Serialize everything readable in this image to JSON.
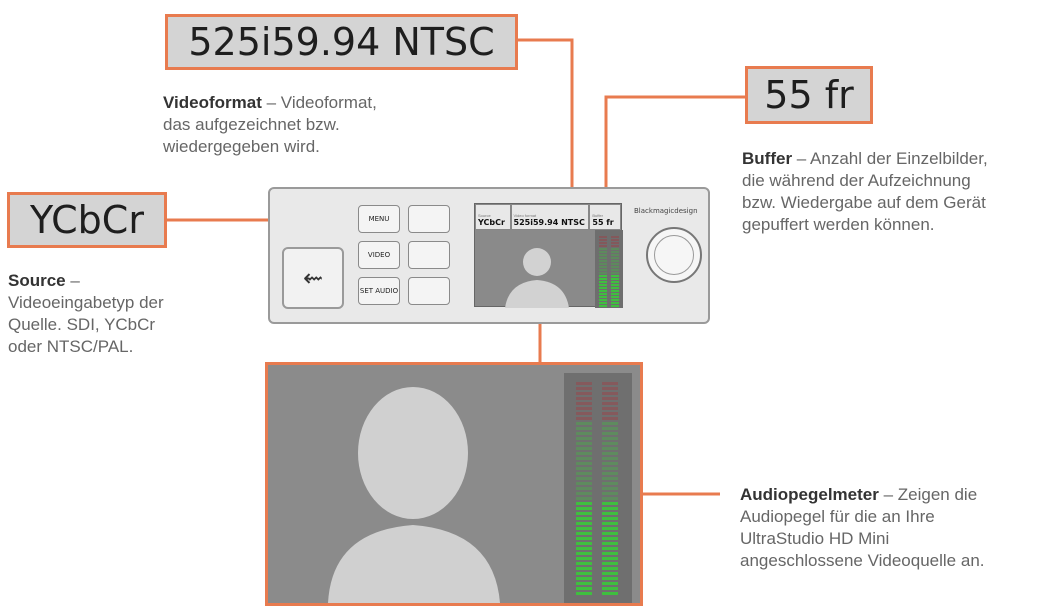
{
  "callouts": {
    "videoformat_value": "525i59.94 NTSC",
    "buffer_value": "55 fr",
    "source_value": "YCbCr"
  },
  "descriptions": {
    "videoformat": {
      "title": "Videoformat",
      "lines": [
        "– Videoformat,",
        "das aufgezeichnet bzw.",
        "wiedergegeben wird."
      ]
    },
    "buffer": {
      "title": "Buffer",
      "lines": [
        "– Anzahl der Einzelbilder,",
        "die während der Aufzeichnung",
        "bzw. Wiedergabe auf dem Gerät",
        "gepuffert werden können."
      ]
    },
    "source": {
      "title": "Source",
      "lines": [
        "–",
        "Videoeingabetyp der",
        "Quelle. SDI, YCbCr",
        "oder NTSC/PAL."
      ]
    },
    "audio": {
      "title": "Audiopegelmeter",
      "lines": [
        "– Zeigen die",
        "Audiopegel für die an Ihre",
        "UltraStudio HD Mini",
        "angeschlossene Videoquelle an."
      ]
    }
  },
  "device": {
    "buttons": [
      "MENU",
      "",
      "VIDEO",
      "",
      "SET AUDIO",
      ""
    ],
    "lcd": {
      "source_caption": "Source",
      "source_value": "YCbCr",
      "format_caption": "Video format",
      "format_value": "525i59.94 NTSC",
      "buffer_caption": "Buffer",
      "buffer_value": "55 fr"
    },
    "logo": "Blackmagicdesign",
    "usb_symbol": "⇜"
  },
  "colors": {
    "accent": "#e87b4f",
    "box_fill": "#d4d4d4",
    "meter_green": "#3fbf3f",
    "meter_red": "#b0303a"
  },
  "audio_meter": {
    "left_level": 0.45,
    "right_level": 0.45
  }
}
